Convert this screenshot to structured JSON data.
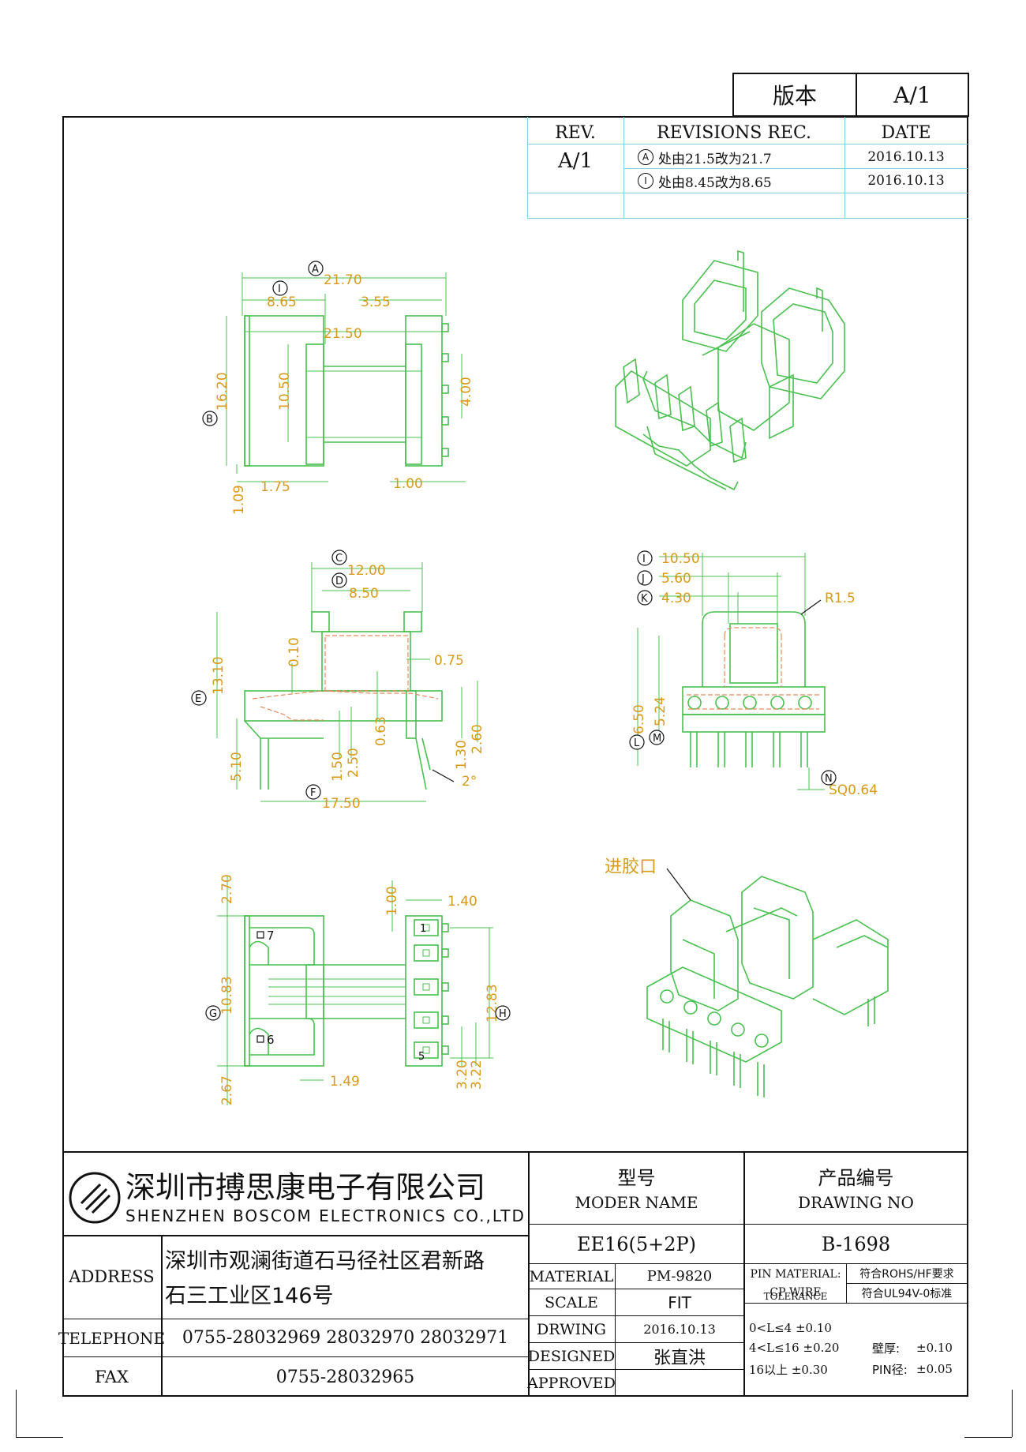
{
  "version_box": {
    "label": "版本",
    "value": "A/1"
  },
  "revisions": {
    "headers": {
      "rev": "REV.",
      "rec": "REVISIONS REC.",
      "date": "DATE"
    },
    "rev_value": "A/1",
    "rows": [
      {
        "mark": "A",
        "text": "处由21.5改为21.7",
        "date": "2016.10.13"
      },
      {
        "mark": "I",
        "text": "处由8.45改为8.65",
        "date": "2016.10.13"
      }
    ]
  },
  "views": {
    "top": {
      "dims": [
        "21.70",
        "8.65",
        "3.55",
        "21.50",
        "16.20",
        "10.50",
        "4.00",
        "1.09",
        "1.75",
        "1.00"
      ],
      "refs": [
        "A",
        "I",
        "B"
      ]
    },
    "front": {
      "dims": [
        "12.00",
        "8.50",
        "13.10",
        "0.10",
        "0.75",
        "0.63",
        "1.30",
        "2.60",
        "5.10",
        "1.50",
        "2.50",
        "2°",
        "17.50"
      ],
      "refs": [
        "C",
        "D",
        "E",
        "F"
      ]
    },
    "side": {
      "dims": [
        "10.50",
        "5.60",
        "4.30",
        "R1.5",
        "6.50",
        "5.24",
        "SQ0.64"
      ],
      "refs": [
        "I",
        "J",
        "K",
        "L",
        "M",
        "N"
      ]
    },
    "bottom": {
      "dims": [
        "2.70",
        "10.83",
        "2.67",
        "1.49",
        "1.00",
        "1.40",
        "12.83",
        "3.20",
        "3.22"
      ],
      "refs": [
        "G",
        "H"
      ],
      "pins": [
        "7",
        "6",
        "1",
        "5"
      ]
    },
    "gate_label": "进胶口"
  },
  "colors": {
    "drawing": "#49c04f",
    "dimension": "#d89a1a",
    "hidden": "#e88a5e",
    "grid": "#7fd0e0"
  },
  "title_block": {
    "company_cn": "深圳市搏思康电子有限公司",
    "company_en": "SHENZHEN BOSCOM ELECTRONICS CO.,LTD",
    "address_label": "ADDRESS",
    "address_line1": "深圳市观澜街道石马径社区君新路",
    "address_line2": "石三工业区146号",
    "telephone_label": "TELEPHONE",
    "telephone": "0755-28032969 28032970 28032971",
    "fax_label": "FAX",
    "fax": "0755-28032965",
    "model_label_cn": "型号",
    "model_label_en": "MODER NAME",
    "model": "EE16(5+2P)",
    "drawing_label_cn": "产品编号",
    "drawing_label_en": "DRAWING NO",
    "drawing_no": "B-1698",
    "material_label": "MATERIAL",
    "material": "PM-9820",
    "scale_label": "SCALE",
    "scale": "FIT",
    "drawing_date_label": "DRWING",
    "drawing_date": "2016.10.13",
    "designed_label": "DESIGNED",
    "designed": "张直洪",
    "approved_label": "APPROVED",
    "approved": "",
    "pin_material_label": "PIN MATERIAL:",
    "pin_material_value": "CP WIRE",
    "rohs": "符合ROHS/HF要求",
    "ul": "符合UL94V-0标准",
    "tolerance_label": "TOLERANCE",
    "tol1": "0<L≤4 ±0.10",
    "tol2": "4<L≤16 ±0.20",
    "tol3": "16以上 ±0.30",
    "wall_label": "壁厚:",
    "wall_value": "±0.10",
    "pin_dia_label": "PIN径:",
    "pin_dia_value": "±0.05"
  }
}
